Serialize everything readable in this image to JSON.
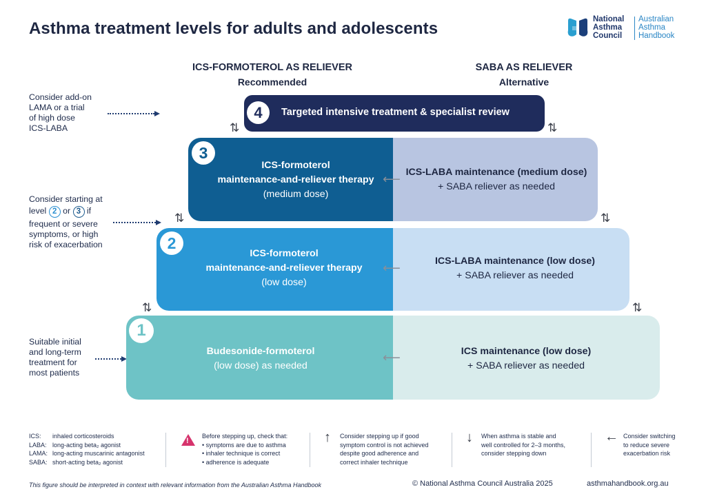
{
  "title": "Asthma treatment levels for adults and adolescents",
  "logo": {
    "org_line1": "National",
    "org_line2": "Asthma",
    "org_line3": "Council",
    "handbook_line1": "Australian",
    "handbook_line2": "Asthma",
    "handbook_line3": "Handbook",
    "icon": "lung-logo-icon"
  },
  "columns": {
    "left_title": "ICS-FORMOTEROL AS RELIEVER",
    "left_sub": "Recommended",
    "right_title": "SABA AS RELIEVER",
    "right_sub": "Alternative"
  },
  "side_notes": {
    "level4": [
      "Consider add-on",
      "LAMA or a trial",
      "of high dose",
      "ICS-LABA"
    ],
    "level23_line1": "Consider starting at",
    "level23_prefix": "level",
    "level23_num_a": "2",
    "level23_or": "or",
    "level23_num_b": "3",
    "level23_if": "if",
    "level23_rest": [
      "frequent or severe",
      "symptoms, or high",
      "risk of exacerbation"
    ],
    "level1": [
      "Suitable initial",
      "and long-term",
      "treatment for",
      "most patients"
    ]
  },
  "levels": {
    "l4": {
      "num": "4",
      "text": "Targeted intensive treatment & specialist review"
    },
    "l3": {
      "num": "3",
      "left_l1": "ICS-formoterol",
      "left_l2": "maintenance-and-reliever therapy",
      "left_l3": "(medium dose)",
      "right_l1": "ICS-LABA maintenance (medium dose)",
      "right_l2": "+ SABA reliever as needed"
    },
    "l2": {
      "num": "2",
      "left_l1": "ICS-formoterol",
      "left_l2": "maintenance-and-reliever therapy",
      "left_l3": "(low dose)",
      "right_l1": "ICS-LABA maintenance (low dose)",
      "right_l2": "+ SABA reliever as needed"
    },
    "l1": {
      "num": "1",
      "left_l1": "Budesonide-formoterol",
      "left_l2": "(low dose) as needed",
      "right_l1": "ICS maintenance (low dose)",
      "right_l2": "+ SABA reliever as needed"
    }
  },
  "symbols": {
    "updown": "⇅",
    "left_arrow": "⟵"
  },
  "colors": {
    "l4": "#1f2c5c",
    "l3_left": "#0f5e92",
    "l3_right": "#b8c5e1",
    "l2_left": "#2a98d6",
    "l2_right": "#c8def3",
    "l1_left": "#6ec3c6",
    "l1_right": "#d9ecec"
  },
  "legend": {
    "abbrev": [
      [
        "ICS:",
        "inhaled corticosteroids"
      ],
      [
        "LABA:",
        "long-acting beta₂ agonist"
      ],
      [
        "LAMA:",
        "long-acting muscarinic antagonist"
      ],
      [
        "SABA:",
        "short-acting beta₂ agonist"
      ]
    ],
    "check_title": "Before stepping up, check that:",
    "check_items": [
      "symptoms are due to asthma",
      "inhaler technique is correct",
      "adherence is adequate"
    ],
    "up": [
      "Consider stepping up if good",
      "symptom control is not achieved",
      "despite good adherence and",
      "correct inhaler technique"
    ],
    "down": [
      "When asthma is stable and",
      "well controlled for 2–3 months,",
      "consider stepping down"
    ],
    "switch": [
      "Consider switching",
      "to reduce severe",
      "exacerbation risk"
    ],
    "warn_mark": "!",
    "up_arrow": "↑",
    "down_arrow": "↓",
    "left_arrow": "←"
  },
  "footer": {
    "disclaimer": "This figure should be interpreted in context with relevant information from the Australian Asthma Handbook",
    "copyright": "© National Asthma Council Australia 2025",
    "url": "asthmahandbook.org.au"
  }
}
